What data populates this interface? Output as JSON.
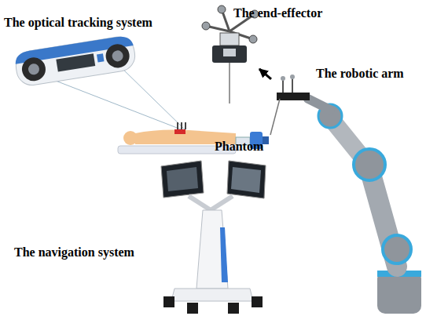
{
  "diagram": {
    "nodes": [
      {
        "text": [
          "The optical tracking system"
        ]
      },
      {
        "text": [
          "The end-effector"
        ]
      },
      {
        "text": [
          "The robotic arm"
        ]
      },
      {
        "text": [
          "Phantom"
        ]
      },
      {
        "text": [
          "The navigation system"
        ]
      }
    ],
    "edges": [
      {
        "from": 2,
        "to": 1,
        "arrow": "to"
      }
    ]
  }
}
